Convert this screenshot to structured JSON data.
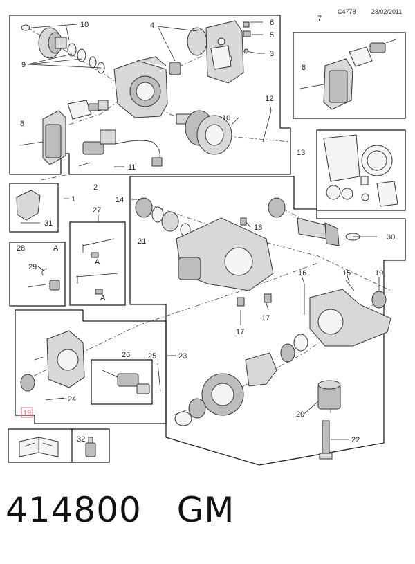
{
  "header": {
    "code": "C4778",
    "date": "28/02/2011"
  },
  "callouts": {
    "c1": "1",
    "c2": "2",
    "c3": "3",
    "c4": "4",
    "c5": "5",
    "c6": "6",
    "c7": "7",
    "c8a": "8",
    "c8b": "8",
    "c9": "9",
    "c10a": "10",
    "c10b": "10",
    "c11": "11",
    "c12": "12",
    "c13": "13",
    "c14": "14",
    "c15": "15",
    "c16": "16",
    "c17a": "17",
    "c17b": "17",
    "c18": "18",
    "c19a": "19",
    "c19b": "19",
    "c20": "20",
    "c21": "21",
    "c22": "22",
    "c23": "23",
    "c24": "24",
    "c25": "25",
    "c26": "26",
    "c27": "27",
    "c28": "28",
    "c29": "29",
    "c30": "30",
    "c31": "31",
    "c32": "32",
    "cA1": "A",
    "cA2": "A",
    "cA3": "A"
  },
  "highlight_callout": "19",
  "colors": {
    "highlight": "#e06a7a",
    "line": "#222222",
    "part_fill": "#d8d8d8"
  },
  "footer": {
    "part_number": "414800",
    "brand": "GM"
  }
}
